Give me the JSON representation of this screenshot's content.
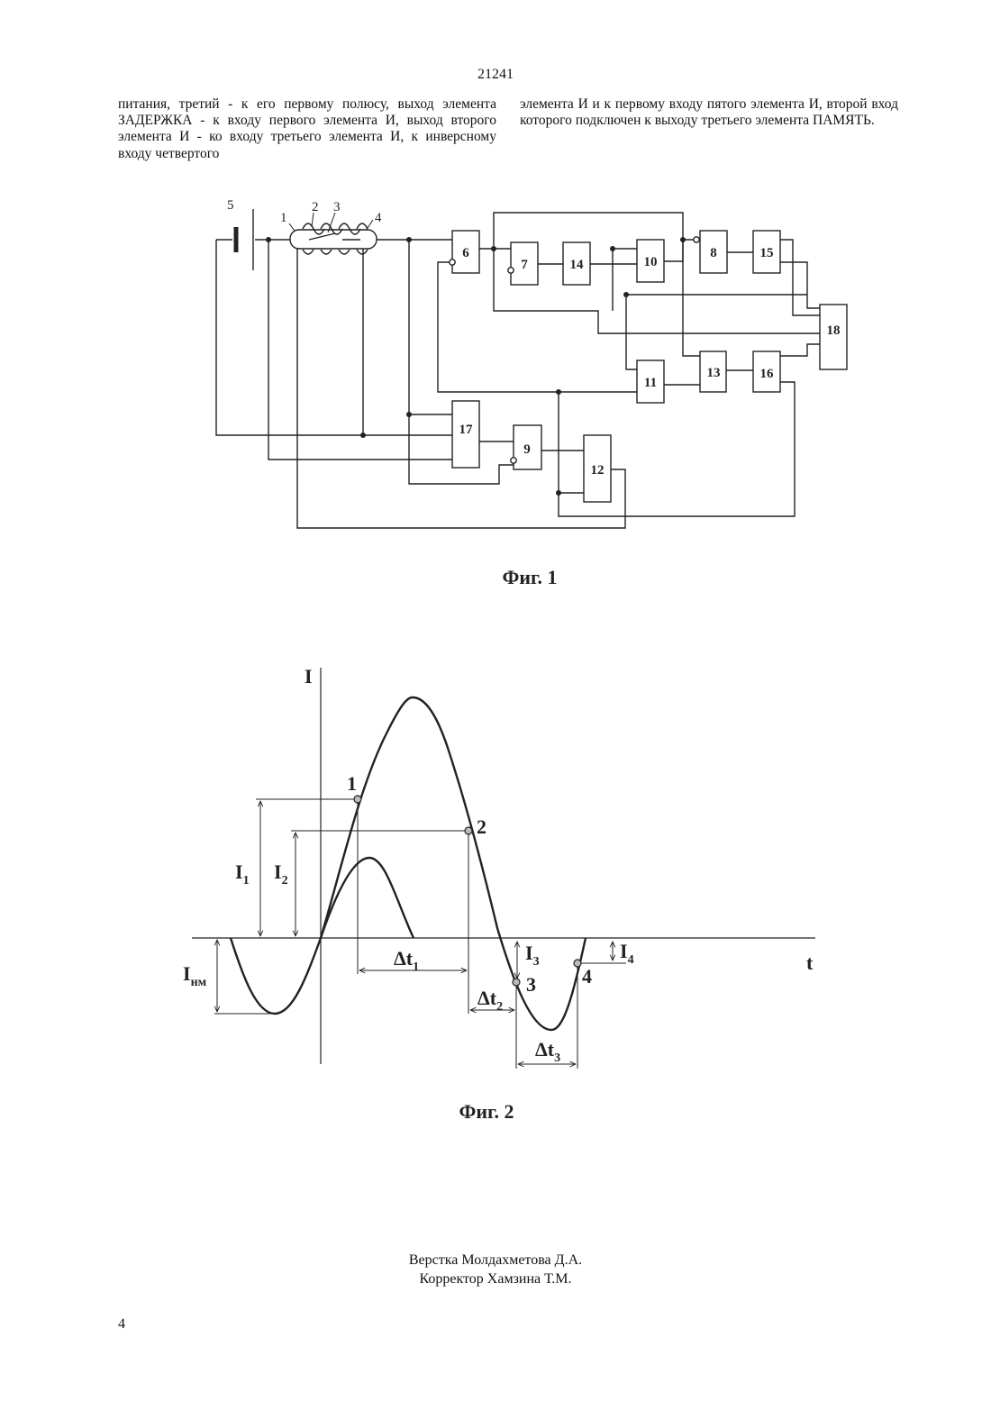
{
  "header": {
    "patent_number": "21241"
  },
  "text": {
    "col_left": "питания, третий - к его первому полюсу, выход элемента ЗАДЕРЖКА - к входу первого элемента И, выход второго элемента И - ко входу третьего элемента И, к инверсному входу четвертого",
    "col_right": "элемента И и к первому входу пятого элемента И, второй вход которого подключен к выходу третьего элемента ПАМЯТЬ."
  },
  "fig1": {
    "caption": "Фиг. 1",
    "callouts": [
      "1",
      "2",
      "3",
      "4",
      "5"
    ],
    "blocks": [
      {
        "id": "6",
        "label": "6"
      },
      {
        "id": "7",
        "label": "7"
      },
      {
        "id": "14",
        "label": "14"
      },
      {
        "id": "10",
        "label": "10"
      },
      {
        "id": "8",
        "label": "8"
      },
      {
        "id": "15",
        "label": "15"
      },
      {
        "id": "18",
        "label": "18"
      },
      {
        "id": "11",
        "label": "11"
      },
      {
        "id": "13",
        "label": "13"
      },
      {
        "id": "16",
        "label": "16"
      },
      {
        "id": "17",
        "label": "17"
      },
      {
        "id": "9",
        "label": "9"
      },
      {
        "id": "12",
        "label": "12"
      }
    ]
  },
  "fig2": {
    "caption": "Фиг. 2",
    "y_axis_label": "I",
    "x_axis_label": "t",
    "points": [
      "1",
      "2",
      "3",
      "4"
    ],
    "current_labels": {
      "i1": "I",
      "i1_sub": "1",
      "i2": "I",
      "i2_sub": "2",
      "inm": "I",
      "inm_sub": "нм",
      "i3": "I",
      "i3_sub": "3",
      "i4": "I",
      "i4_sub": "4"
    },
    "intervals": {
      "dt1": "Δt",
      "dt1_sub": "1",
      "dt2": "Δt",
      "dt2_sub": "2",
      "dt3": "Δt",
      "dt3_sub": "3"
    }
  },
  "footer": {
    "layout": "Верстка Молдахметова Д.А.",
    "corrector": "Корректор Хамзина Т.М.",
    "page_number": "4"
  }
}
